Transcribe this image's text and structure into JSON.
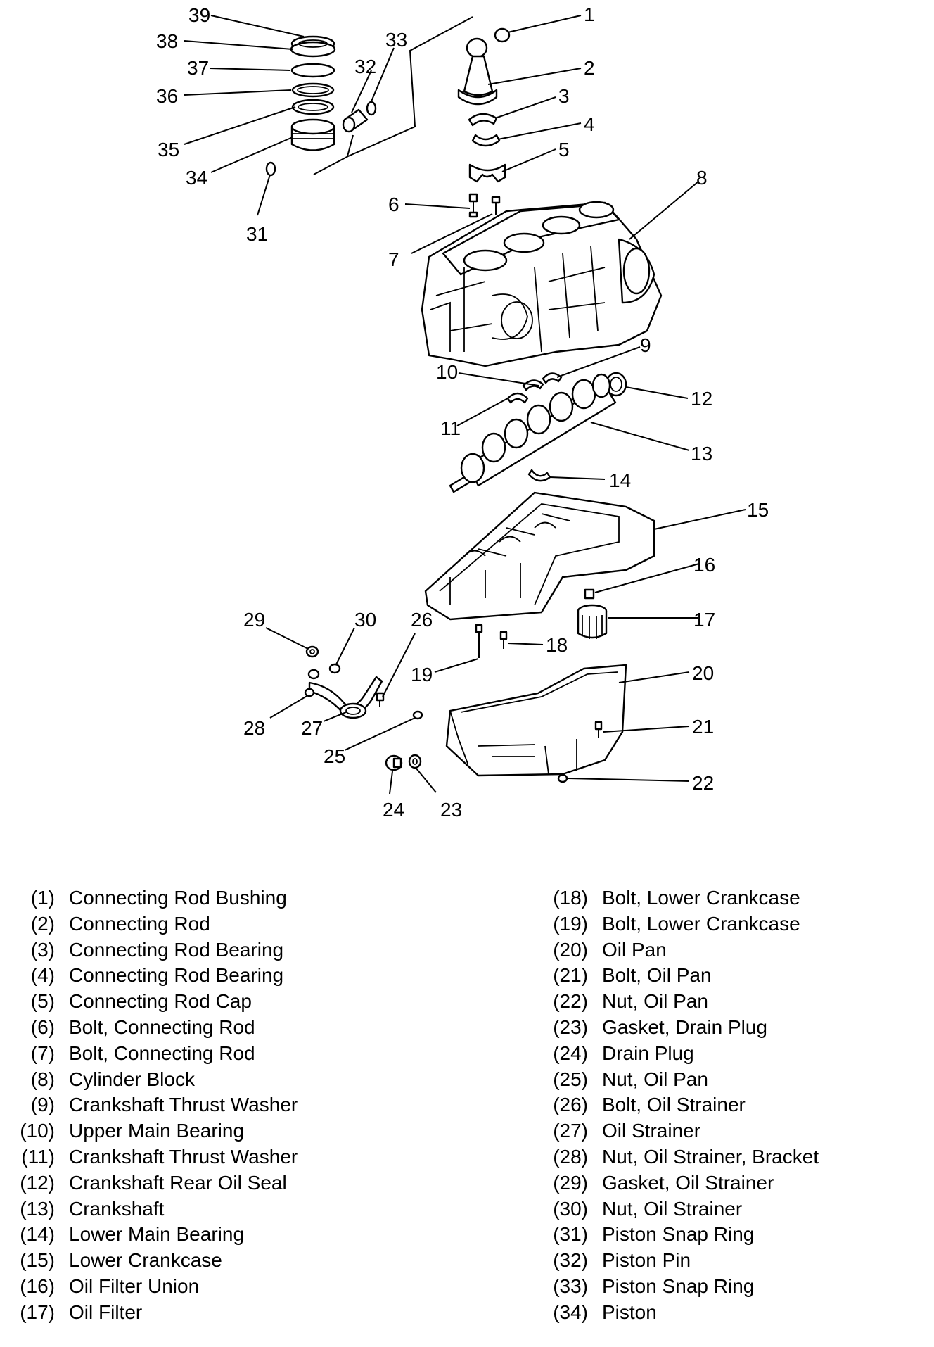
{
  "callouts": {
    "c1": "1",
    "c2": "2",
    "c3": "3",
    "c4": "4",
    "c5": "5",
    "c6": "6",
    "c7": "7",
    "c8": "8",
    "c9": "9",
    "c10": "10",
    "c11": "11",
    "c12": "12",
    "c13": "13",
    "c14": "14",
    "c15": "15",
    "c16": "16",
    "c17": "17",
    "c18": "18",
    "c19": "19",
    "c20": "20",
    "c21": "21",
    "c22": "22",
    "c23": "23",
    "c24": "24",
    "c25": "25",
    "c26": "26",
    "c27": "27",
    "c28": "28",
    "c29": "29",
    "c30": "30",
    "c31": "31",
    "c32": "32",
    "c33": "33",
    "c34": "34",
    "c35": "35",
    "c36": "36",
    "c37": "37",
    "c38": "38",
    "c39": "39"
  },
  "legend_left": [
    {
      "num": "(1)",
      "label": "Connecting Rod Bushing"
    },
    {
      "num": "(2)",
      "label": "Connecting Rod"
    },
    {
      "num": "(3)",
      "label": "Connecting Rod Bearing"
    },
    {
      "num": "(4)",
      "label": "Connecting Rod Bearing"
    },
    {
      "num": "(5)",
      "label": "Connecting Rod Cap"
    },
    {
      "num": "(6)",
      "label": "Bolt, Connecting Rod"
    },
    {
      "num": "(7)",
      "label": "Bolt, Connecting Rod"
    },
    {
      "num": "(8)",
      "label": "Cylinder Block"
    },
    {
      "num": "(9)",
      "label": "Crankshaft Thrust Washer"
    },
    {
      "num": "(10)",
      "label": "Upper Main Bearing"
    },
    {
      "num": "(11)",
      "label": "Crankshaft Thrust Washer"
    },
    {
      "num": "(12)",
      "label": "Crankshaft Rear Oil Seal"
    },
    {
      "num": "(13)",
      "label": "Crankshaft"
    },
    {
      "num": "(14)",
      "label": "Lower Main Bearing"
    },
    {
      "num": "(15)",
      "label": "Lower Crankcase"
    },
    {
      "num": "(16)",
      "label": "Oil Filter Union"
    },
    {
      "num": "(17)",
      "label": "Oil Filter"
    }
  ],
  "legend_right": [
    {
      "num": "(18)",
      "label": "Bolt, Lower Crankcase"
    },
    {
      "num": "(19)",
      "label": "Bolt, Lower Crankcase"
    },
    {
      "num": "(20)",
      "label": "Oil Pan"
    },
    {
      "num": "(21)",
      "label": "Bolt, Oil Pan"
    },
    {
      "num": "(22)",
      "label": "Nut, Oil Pan"
    },
    {
      "num": "(23)",
      "label": "Gasket, Drain Plug"
    },
    {
      "num": "(24)",
      "label": "Drain Plug"
    },
    {
      "num": "(25)",
      "label": "Nut, Oil Pan"
    },
    {
      "num": "(26)",
      "label": "Bolt, Oil Strainer"
    },
    {
      "num": "(27)",
      "label": "Oil Strainer"
    },
    {
      "num": "(28)",
      "label": "Nut, Oil Strainer, Bracket"
    },
    {
      "num": "(29)",
      "label": "Gasket, Oil Strainer"
    },
    {
      "num": "(30)",
      "label": "Nut, Oil Strainer"
    },
    {
      "num": "(31)",
      "label": "Piston Snap Ring"
    },
    {
      "num": "(32)",
      "label": "Piston Pin"
    },
    {
      "num": "(33)",
      "label": "Piston Snap Ring"
    },
    {
      "num": "(34)",
      "label": "Piston"
    }
  ]
}
